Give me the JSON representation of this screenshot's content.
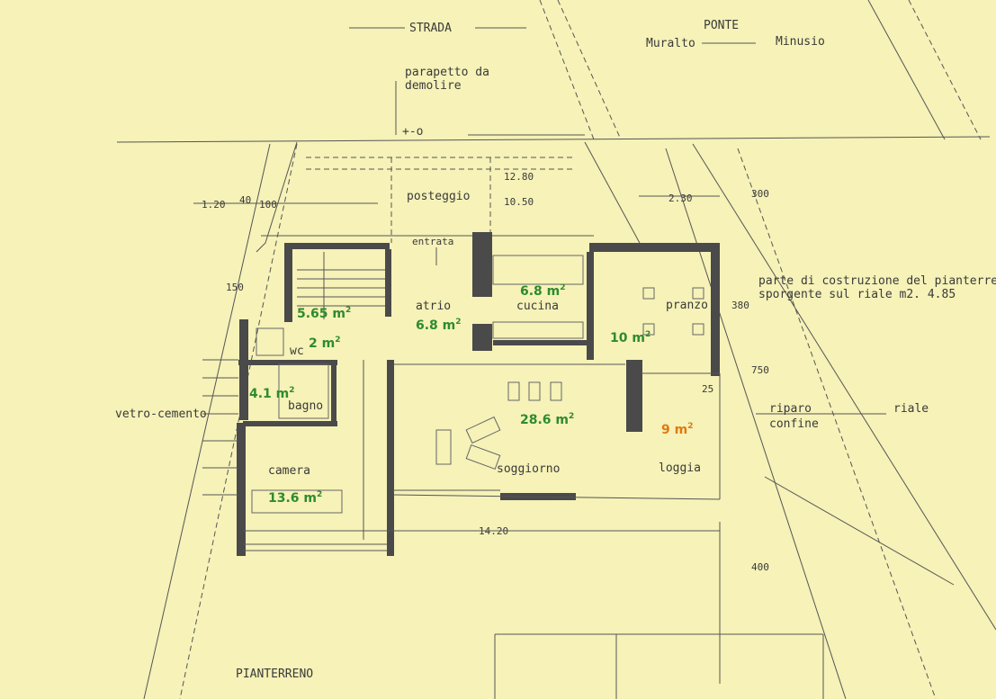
{
  "labels": {
    "strada": "STRADA",
    "ponte": "PONTE",
    "muralto": "Muralto",
    "minusio": "Minusio",
    "parapetto_1": "parapetto da",
    "parapetto_2": "demolire",
    "level": "+-o",
    "posteggio": "posteggio",
    "entrata": "entrata",
    "atrio": "atrio",
    "cucina": "cucina",
    "pranzo": "pranzo",
    "wc": "wc",
    "bagno": "bagno",
    "camera": "camera",
    "soggiorno": "soggiorno",
    "loggia": "loggia",
    "vetro_cemento": "vetro-cemento",
    "parte_1": "parte di costruzione del pianterreno",
    "parte_2": "sporgente sul riale m2. 4.85",
    "riparo": "riparo",
    "confine": "confine",
    "riale": "riale",
    "pianterreno": "PIANTERRENO"
  },
  "dimensions": {
    "d_1280": "12.80",
    "d_1050": "10.50",
    "d_230": "2.30",
    "d_120": "1.20",
    "d_40": "40",
    "d_100": "100",
    "d_150": "150",
    "d_300": "300",
    "d_380": "380",
    "d_750": "750",
    "d_25": "25",
    "d_1420": "14.20",
    "d_400": "400"
  },
  "areas": {
    "atrio": "6.8 m",
    "cucina": "6.8 m",
    "pranzo": "10 m",
    "stair": "5.65 m",
    "wc": "2 m",
    "bagno": "4.1 m",
    "camera": "13.6 m",
    "soggiorno": "28.6 m",
    "loggia": "9 m",
    "sup": "2"
  },
  "colors": {
    "paper": "#f6f2b8",
    "area_green": "#2e8b2e",
    "area_orange": "#e07a10",
    "ink": "#3a3a3a"
  }
}
